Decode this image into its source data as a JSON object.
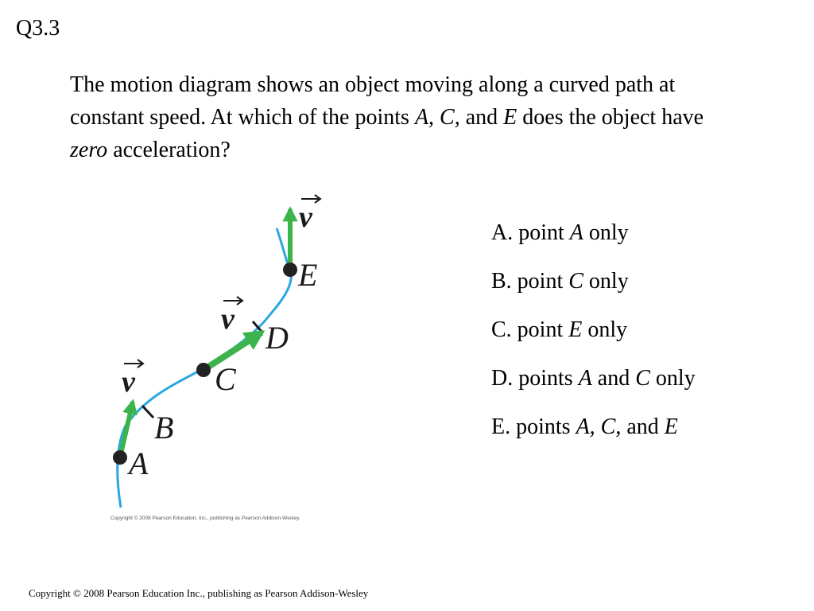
{
  "slide": {
    "title": "Q3.3"
  },
  "question": {
    "parts": [
      {
        "text": "The motion diagram shows an object moving along a curved path at constant speed. At which of the points ",
        "italic": false
      },
      {
        "text": "A, C,",
        "italic": true
      },
      {
        "text": " and ",
        "italic": false
      },
      {
        "text": "E",
        "italic": true
      },
      {
        "text": " does the object have ",
        "italic": false
      },
      {
        "text": "zero",
        "italic": true
      },
      {
        "text": " acceleration?",
        "italic": false
      }
    ]
  },
  "diagram": {
    "points": {
      "A": "A",
      "B": "B",
      "C": "C",
      "D": "D",
      "E": "E"
    },
    "velocity_symbol": "v",
    "credit": "Copyright © 2008 Pearson Education, Inc., publishing as Pearson Addison-Wesley.",
    "colors": {
      "path": "#29a8df",
      "arrow": "#3cb44b",
      "dot": "#222222"
    }
  },
  "choices": [
    {
      "parts": [
        {
          "text": "A. point ",
          "italic": false
        },
        {
          "text": "A",
          "italic": true
        },
        {
          "text": " only",
          "italic": false
        }
      ]
    },
    {
      "parts": [
        {
          "text": "B. point ",
          "italic": false
        },
        {
          "text": "C",
          "italic": true
        },
        {
          "text": " only",
          "italic": false
        }
      ]
    },
    {
      "parts": [
        {
          "text": "C. point ",
          "italic": false
        },
        {
          "text": "E",
          "italic": true
        },
        {
          "text": " only",
          "italic": false
        }
      ]
    },
    {
      "parts": [
        {
          "text": "D. points ",
          "italic": false
        },
        {
          "text": "A",
          "italic": true
        },
        {
          "text": " and ",
          "italic": false
        },
        {
          "text": "C",
          "italic": true
        },
        {
          "text": " only",
          "italic": false
        }
      ]
    },
    {
      "parts": [
        {
          "text": "E. points ",
          "italic": false
        },
        {
          "text": "A, C,",
          "italic": true
        },
        {
          "text": " and ",
          "italic": false
        },
        {
          "text": "E",
          "italic": true
        }
      ]
    }
  ],
  "footer": {
    "copyright": "Copyright © 2008 Pearson Education Inc., publishing as Pearson Addison-Wesley"
  }
}
